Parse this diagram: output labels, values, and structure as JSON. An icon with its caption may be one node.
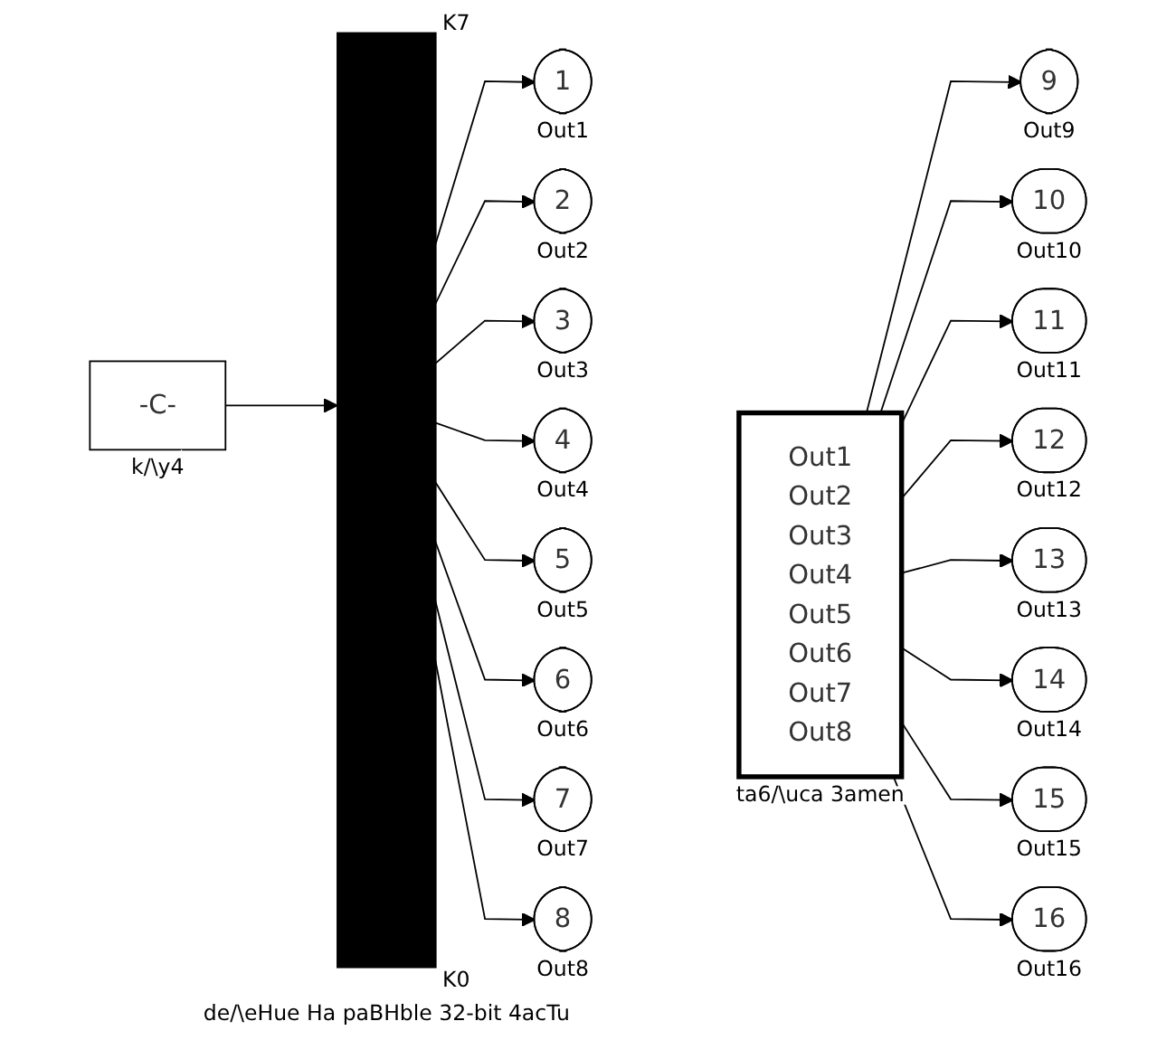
{
  "diagram": {
    "nodes": [
      {
        "text": [
          "-C-"
        ],
        "beside": [
          "k/\\y4"
        ]
      },
      {
        "text": [],
        "shape": "bar",
        "beside": [
          "K7",
          "K0",
          "de/\\eHue Ha paBHble 32-bit 4acTu"
        ]
      },
      {
        "text": [
          "1"
        ],
        "beside": [
          "Out1"
        ]
      },
      {
        "text": [
          "2"
        ],
        "beside": [
          "Out2"
        ]
      },
      {
        "text": [
          "3"
        ],
        "beside": [
          "Out3"
        ]
      },
      {
        "text": [
          "4"
        ],
        "beside": [
          "Out4"
        ]
      },
      {
        "text": [
          "5"
        ],
        "beside": [
          "Out5"
        ]
      },
      {
        "text": [
          "6"
        ],
        "beside": [
          "Out6"
        ]
      },
      {
        "text": [
          "7"
        ],
        "beside": [
          "Out7"
        ]
      },
      {
        "text": [
          "8"
        ],
        "beside": [
          "Out8"
        ]
      },
      {
        "text": [
          "Out1",
          "Out2",
          "Out3",
          "Out4",
          "Out5",
          "Out6",
          "Out7",
          "Out8"
        ],
        "beside": [
          "ta6/\\uca 3amen"
        ]
      },
      {
        "text": [
          "9"
        ],
        "beside": [
          "Out9"
        ]
      },
      {
        "text": [
          "10"
        ],
        "beside": [
          "Out10"
        ]
      },
      {
        "text": [
          "11"
        ],
        "beside": [
          "Out11"
        ]
      },
      {
        "text": [
          "12"
        ],
        "beside": [
          "Out12"
        ]
      },
      {
        "text": [
          "13"
        ],
        "beside": [
          "Out13"
        ]
      },
      {
        "text": [
          "14"
        ],
        "beside": [
          "Out14"
        ]
      },
      {
        "text": [
          "15"
        ],
        "beside": [
          "Out15"
        ]
      },
      {
        "text": [
          "16"
        ],
        "beside": [
          "Out16"
        ]
      }
    ],
    "edges": [
      {
        "from": 0,
        "to": 1,
        "arrow": "to"
      },
      {
        "from": 1,
        "to": 2,
        "arrow": "to"
      },
      {
        "from": 1,
        "to": 3,
        "arrow": "to"
      },
      {
        "from": 1,
        "to": 4,
        "arrow": "to"
      },
      {
        "from": 1,
        "to": 5,
        "arrow": "to"
      },
      {
        "from": 1,
        "to": 6,
        "arrow": "to"
      },
      {
        "from": 1,
        "to": 7,
        "arrow": "to"
      },
      {
        "from": 1,
        "to": 8,
        "arrow": "to"
      },
      {
        "from": 1,
        "to": 9,
        "arrow": "to"
      },
      {
        "from": 10,
        "to": 11,
        "arrow": "to"
      },
      {
        "from": 10,
        "to": 12,
        "arrow": "to"
      },
      {
        "from": 10,
        "to": 13,
        "arrow": "to"
      },
      {
        "from": 10,
        "to": 14,
        "arrow": "to"
      },
      {
        "from": 10,
        "to": 15,
        "arrow": "to"
      },
      {
        "from": 10,
        "to": 16,
        "arrow": "to"
      },
      {
        "from": 10,
        "to": 17,
        "arrow": "to"
      },
      {
        "from": 10,
        "to": 18,
        "arrow": "to"
      }
    ]
  }
}
